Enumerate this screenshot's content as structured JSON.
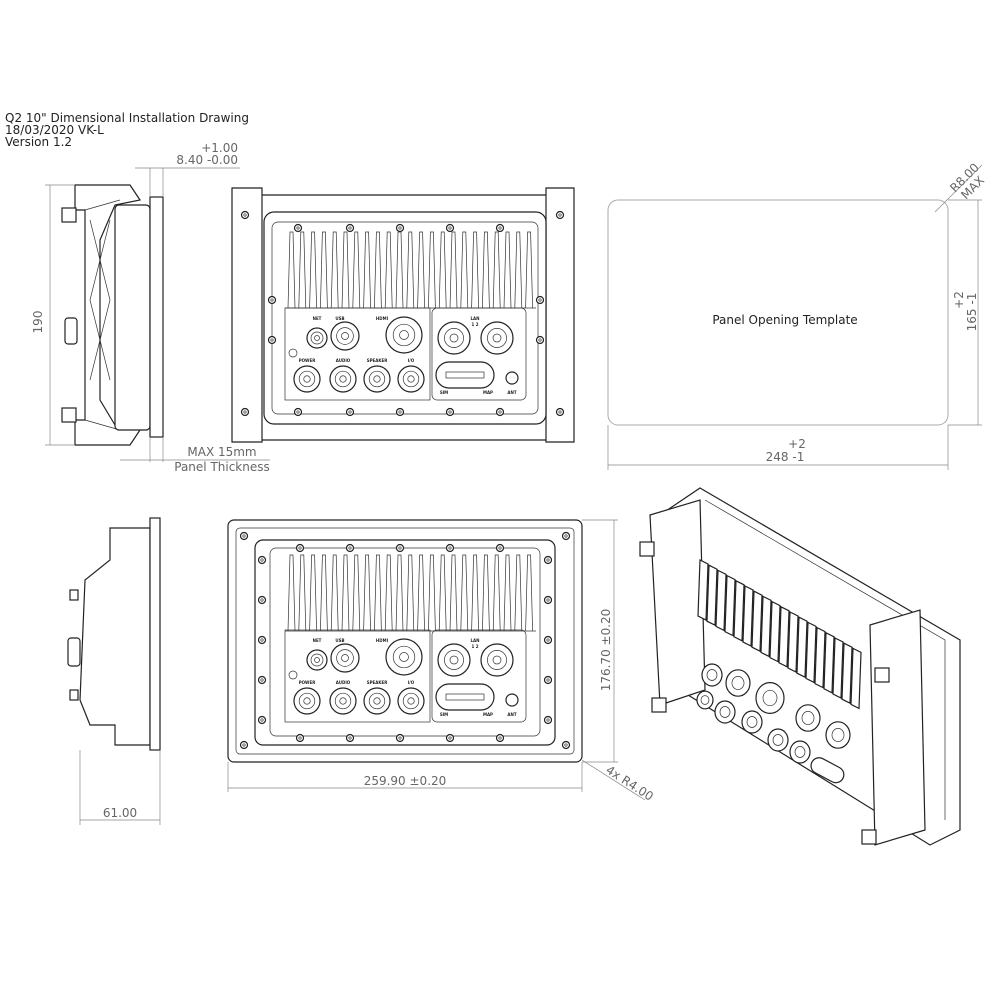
{
  "title_block": {
    "title": "Q2 10\" Dimensional Installation Drawing",
    "date_author": "18/03/2020 VK-L",
    "version": "Version 1.2"
  },
  "dimensions": {
    "flange_tol_upper": "+1.00",
    "flange_value": "8.40 -0.00",
    "height": "190",
    "panel_max": "MAX 15mm",
    "panel_thickness_label": "Panel Thickness",
    "template_label": "Panel Opening Template",
    "template_radius": "R8.00",
    "template_radius_max": "MAX",
    "template_width_tol": "+2",
    "template_width": "248 -1",
    "template_height_tol": "+2",
    "template_height": "165 -1",
    "depth": "61.00",
    "overall_width": "259.90 ±0.20",
    "overall_height": "176.70 ±0.20",
    "corner_radius": "4x R4.00"
  },
  "port_labels": {
    "net": "NET",
    "usb": "USB",
    "hdmi": "HDMI",
    "lan": "LAN",
    "lan_numbers": "1  2",
    "power": "POWER",
    "audio": "AUDIO",
    "speaker": "SPEAKER",
    "io": "I/O",
    "sim": "SIM",
    "map": "MAP",
    "ant": "ANT"
  },
  "colors": {
    "line": "#222222",
    "dimension": "#888888"
  }
}
